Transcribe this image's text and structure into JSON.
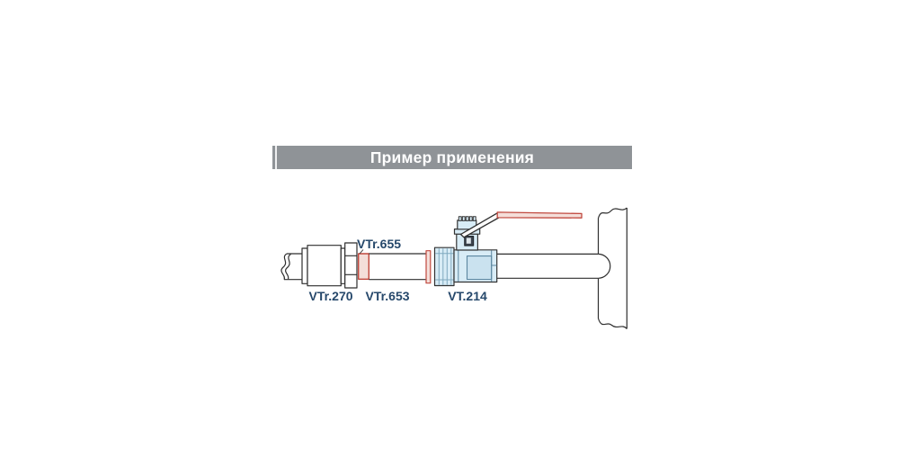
{
  "header": {
    "title": "Пример применения"
  },
  "parts": {
    "threaded_adapter": {
      "code": "VTr.655"
    },
    "coupling": {
      "code": "VTr.270"
    },
    "pipe": {
      "code": "VTr.653"
    },
    "ball_valve": {
      "code": "VT.214"
    }
  },
  "colors": {
    "header_bg": "#8f9397",
    "header_text": "#ffffff",
    "label_text": "#26486b",
    "line": "#2e2e2e",
    "fitting_fill": "#d8ecf6",
    "fitting_detail": "#7fa9bf",
    "accent_red": "#c0483e",
    "accent_red_fill": "#f4ded9",
    "background": "#ffffff"
  }
}
